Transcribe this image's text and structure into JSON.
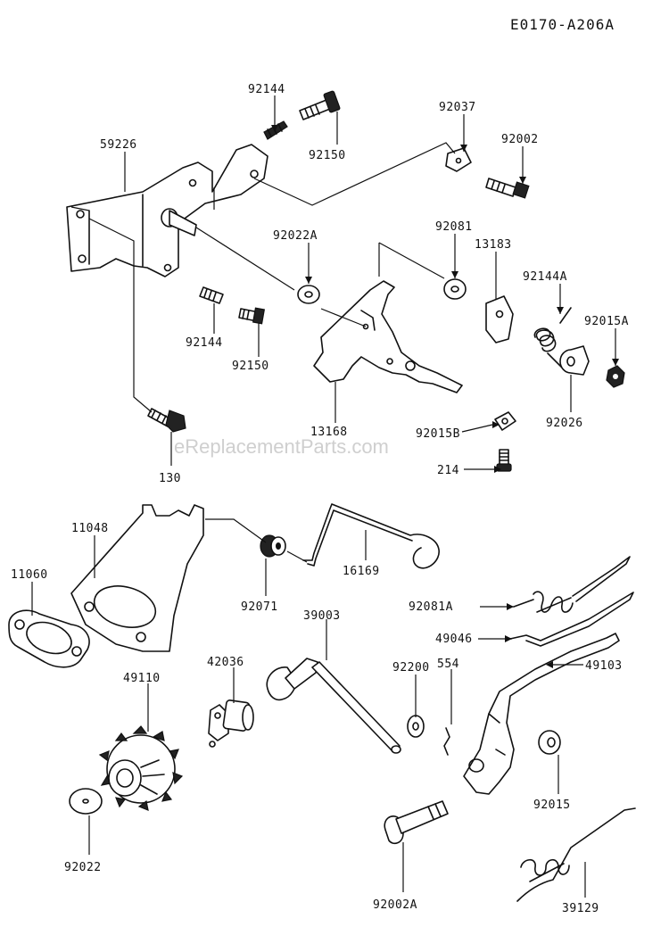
{
  "diagram_code": "E0170-A206A",
  "watermark": "eReplacementParts.com",
  "labels": {
    "p92144_top": "92144",
    "p92150_top": "92150",
    "p92037": "92037",
    "p92002": "92002",
    "p59226": "59226",
    "p92022A": "92022A",
    "p92081": "92081",
    "p13183": "13183",
    "p92144A": "92144A",
    "p92015A": "92015A",
    "p92144_mid": "92144",
    "p92150_mid": "92150",
    "p92026": "92026",
    "p13168": "13168",
    "p92015B": "92015B",
    "p214": "214",
    "p130": "130",
    "p11048": "11048",
    "p11060": "11060",
    "p16169": "16169",
    "p92071": "92071",
    "p92081A": "92081A",
    "p39003": "39003",
    "p49046": "49046",
    "p42036": "42036",
    "p49110": "49110",
    "p92200": "92200",
    "p554": "554",
    "p49103": "49103",
    "p92015": "92015",
    "p92022": "92022",
    "p92002A": "92002A",
    "p39129": "39129"
  }
}
